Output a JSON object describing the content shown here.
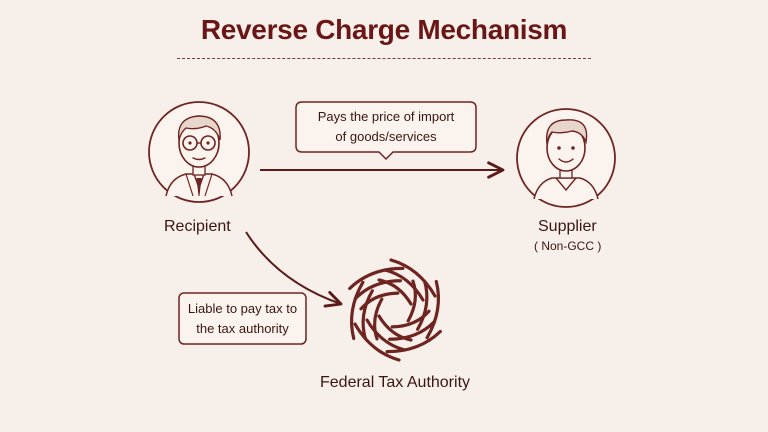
{
  "title": "Reverse Charge Mechanism",
  "nodes": {
    "recipient": {
      "label": "Recipient"
    },
    "supplier": {
      "label": "Supplier",
      "sublabel": "( Non-GCC )"
    },
    "authority": {
      "label": "Federal Tax Authority"
    }
  },
  "callouts": {
    "pays": {
      "line1": "Pays the price of import",
      "line2": "of goods/services"
    },
    "liable": {
      "line1": "Liable to pay tax to",
      "line2": "the tax authority"
    }
  },
  "colors": {
    "background": "#f7f0ea",
    "accent": "#6b1616",
    "stroke": "#6e2420",
    "fill": "#fbf4ee"
  }
}
